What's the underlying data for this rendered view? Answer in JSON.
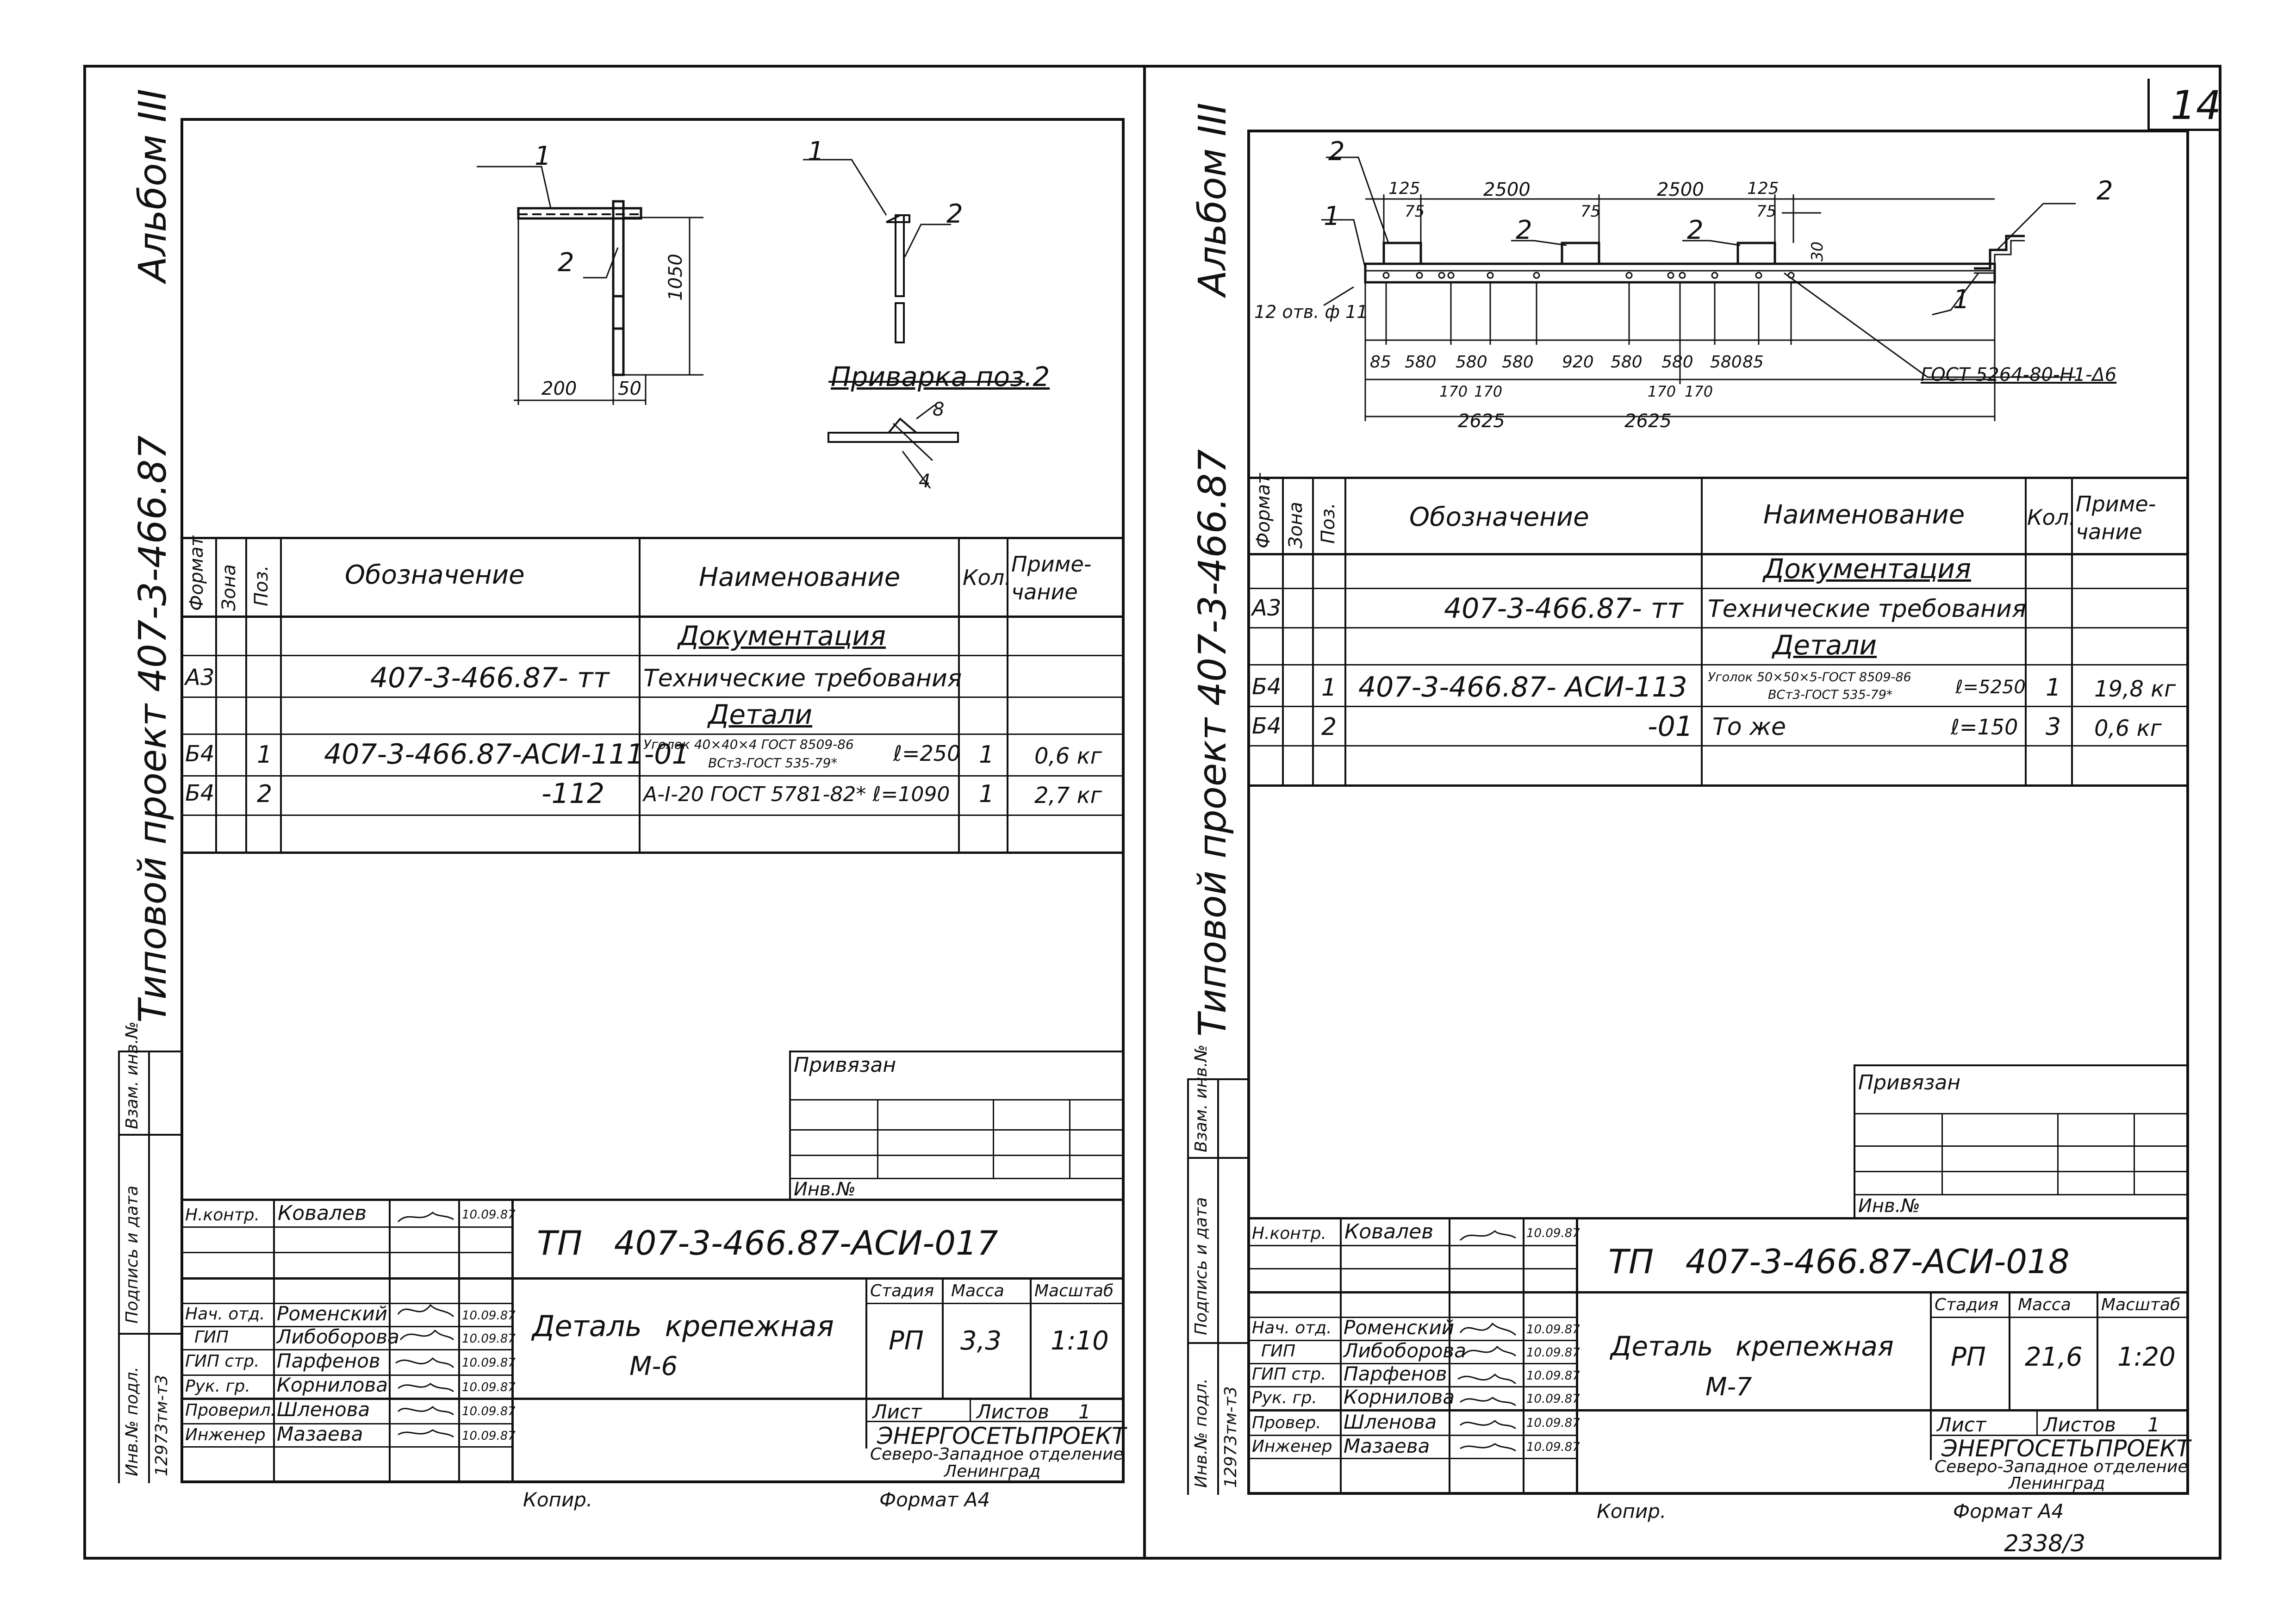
{
  "sheet_number": "14",
  "archive_number": "2338/3",
  "side": {
    "album": "Альбом III",
    "project": "Типовой проект 407-3-466.87",
    "labels": [
      "Инв.№ подл.",
      "Подпись и дата",
      "Взам. инв.№"
    ],
    "inventory_number": "12973тм-т3"
  },
  "spec_headers": {
    "format": "Формат",
    "zone": "Зона",
    "pos": "Поз.",
    "designation": "Обозначение",
    "name": "Наименование",
    "qty": "Кол.",
    "note": "Приме-чание"
  },
  "sections": {
    "docs": "Документация",
    "parts": "Детали"
  },
  "roles": [
    "Н.контр.",
    "Нач. отд.",
    "ГИП",
    "ГИП стр.",
    "Рук. гр.",
    "Проверил.",
    "Инженер"
  ],
  "roles_right": [
    "Н.контр.",
    "Нач. отд.",
    "ГИП",
    "ГИП стр.",
    "Рук. гр.",
    "Провер.",
    "Инженер"
  ],
  "names": [
    "Ковалев",
    "Роменский",
    "Либоборова",
    "Парфенов",
    "Корнилова",
    "Шленова",
    "Мазаева"
  ],
  "dates": [
    "10.09.87",
    "10.09.87",
    "10.09.87",
    "10.09.87",
    "10.09.87",
    "10.09.87",
    "10.09.87"
  ],
  "title_labels": {
    "stage": "Стадия",
    "mass": "Масса",
    "scale": "Масштаб",
    "sheet": "Лист",
    "sheets": "Листов",
    "bound": "Привязан",
    "inv": "Инв.№",
    "copied": "Копир.",
    "format": "Формат А4",
    "org1": "ЭНЕРГОСЕТЬПРОЕКТ",
    "org2": "Северо-Западное отделение",
    "org3": "Ленинград"
  },
  "left": {
    "doc_code": "ТП   407-3-466.87-АСИ-017",
    "title": "Деталь крепежная",
    "subtitle": "М-6",
    "stage": "РП",
    "mass": "3,3",
    "scale": "1:10",
    "sheets": "1",
    "welding_label": "Приварка поз.2",
    "dims": [
      "1050",
      "200",
      "50",
      "8",
      "4"
    ],
    "pos_labels": [
      "1",
      "2",
      "1",
      "2"
    ],
    "rows": [
      {
        "format": "А3",
        "pos": "",
        "designation": "407-3-466.87- тт",
        "name": "Технические требования",
        "qty": "",
        "note": ""
      },
      {
        "format": "Б4",
        "pos": "1",
        "designation": "407-3-466.87-АСИ-111-01",
        "name_top": "Уголок 40×40×4 ГОСТ 8509-86",
        "name_bot": "ВСт3-ГОСТ 535-79*",
        "len": "ℓ=250",
        "qty": "1",
        "note": "0,6 кг"
      },
      {
        "format": "Б4",
        "pos": "2",
        "designation": "-112",
        "name": "А-I-20 ГОСТ 5781-82*  ℓ=1090",
        "qty": "1",
        "note": "2,7 кг"
      }
    ]
  },
  "right": {
    "doc_code": "ТП   407-3-466.87-АСИ-018",
    "title": "Деталь крепежная",
    "subtitle": "М-7",
    "stage": "РП",
    "mass": "21,6",
    "scale": "1:20",
    "sheets": "1",
    "holes": "12 отв. ф 11",
    "gost": "ГОСТ 5264-80-Н1-Δ6",
    "dims_top": [
      "125",
      "2500",
      "2500",
      "125",
      "75",
      "75",
      "75",
      "30"
    ],
    "dims_bottom": [
      "85",
      "580",
      "580",
      "580",
      "920",
      "580",
      "580",
      "580",
      "85"
    ],
    "dims_mid": [
      "170",
      "170",
      "170",
      "170"
    ],
    "dims_total": [
      "2625",
      "2625"
    ],
    "pos_labels": [
      "2",
      "1",
      "2",
      "2",
      "2",
      "1"
    ],
    "rows": [
      {
        "format": "А3",
        "pos": "",
        "designation": "407-3-466.87- тт",
        "name": "Технические требования",
        "qty": "",
        "note": ""
      },
      {
        "format": "Б4",
        "pos": "1",
        "designation": "407-3-466.87- АСИ-113",
        "name_top": "Уголок 50×50×5-ГОСТ 8509-86",
        "name_bot": "ВСт3-ГОСТ 535-79*",
        "len": "ℓ=5250",
        "qty": "1",
        "note": "19,8 кг"
      },
      {
        "format": "Б4",
        "pos": "2",
        "designation": "-01",
        "name": "То же",
        "len": "ℓ=150",
        "qty": "3",
        "note": "0,6 кг"
      }
    ]
  }
}
